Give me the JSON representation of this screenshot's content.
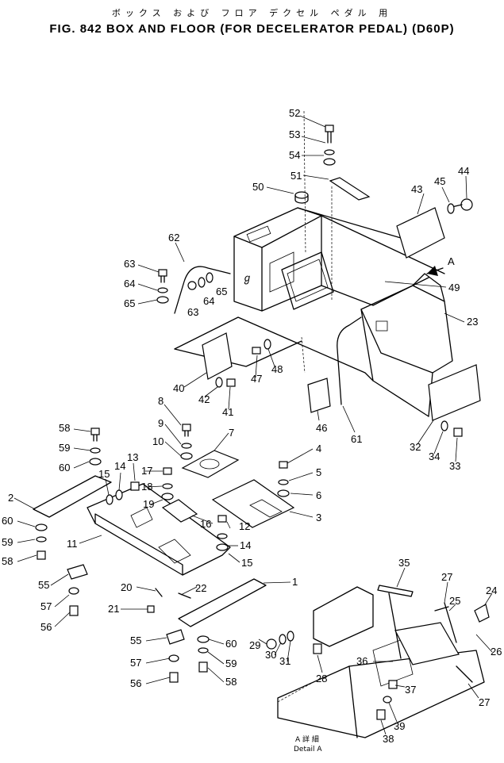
{
  "title_jp": "ボックス および フロア デクセル ペダル 用",
  "title": "FIG. 842  BOX AND FLOOR (FOR DECELERATOR PEDAL) (D60P)",
  "view_label": "A",
  "detail_jp": "A 詳 細",
  "detail_en": "Detail A",
  "callouts": [
    {
      "id": "c52",
      "text": "52"
    },
    {
      "id": "c53",
      "text": "53"
    },
    {
      "id": "c54",
      "text": "54"
    },
    {
      "id": "c51",
      "text": "51"
    },
    {
      "id": "c50",
      "text": "50"
    },
    {
      "id": "c44",
      "text": "44"
    },
    {
      "id": "c45",
      "text": "45"
    },
    {
      "id": "c43",
      "text": "43"
    },
    {
      "id": "c62",
      "text": "62"
    },
    {
      "id": "c63a",
      "text": "63"
    },
    {
      "id": "c64a",
      "text": "64"
    },
    {
      "id": "c65a",
      "text": "65"
    },
    {
      "id": "c63b",
      "text": "63"
    },
    {
      "id": "c64b",
      "text": "64"
    },
    {
      "id": "c65b",
      "text": "65"
    },
    {
      "id": "c49",
      "text": "49"
    },
    {
      "id": "c23",
      "text": "23"
    },
    {
      "id": "c48",
      "text": "48"
    },
    {
      "id": "c47",
      "text": "47"
    },
    {
      "id": "c40",
      "text": "40"
    },
    {
      "id": "c42",
      "text": "42"
    },
    {
      "id": "c41",
      "text": "41"
    },
    {
      "id": "c46",
      "text": "46"
    },
    {
      "id": "c61",
      "text": "61"
    },
    {
      "id": "c32",
      "text": "32"
    },
    {
      "id": "c34",
      "text": "34"
    },
    {
      "id": "c33",
      "text": "33"
    },
    {
      "id": "c8",
      "text": "8"
    },
    {
      "id": "c9",
      "text": "9"
    },
    {
      "id": "c10",
      "text": "10"
    },
    {
      "id": "c7",
      "text": "7"
    },
    {
      "id": "c58a",
      "text": "58"
    },
    {
      "id": "c59a",
      "text": "59"
    },
    {
      "id": "c60a",
      "text": "60"
    },
    {
      "id": "c15a",
      "text": "15"
    },
    {
      "id": "c14a",
      "text": "14"
    },
    {
      "id": "c13",
      "text": "13"
    },
    {
      "id": "c17",
      "text": "17"
    },
    {
      "id": "c18",
      "text": "18"
    },
    {
      "id": "c19",
      "text": "19"
    },
    {
      "id": "c4",
      "text": "4"
    },
    {
      "id": "c5",
      "text": "5"
    },
    {
      "id": "c6",
      "text": "6"
    },
    {
      "id": "c2",
      "text": "2"
    },
    {
      "id": "c3",
      "text": "3"
    },
    {
      "id": "c16",
      "text": "16"
    },
    {
      "id": "c12",
      "text": "12"
    },
    {
      "id": "c60b",
      "text": "60"
    },
    {
      "id": "c59b",
      "text": "59"
    },
    {
      "id": "c58b",
      "text": "58"
    },
    {
      "id": "c11",
      "text": "11"
    },
    {
      "id": "c14b",
      "text": "14"
    },
    {
      "id": "c15b",
      "text": "15"
    },
    {
      "id": "c55a",
      "text": "55"
    },
    {
      "id": "c57a",
      "text": "57"
    },
    {
      "id": "c56a",
      "text": "56"
    },
    {
      "id": "c20",
      "text": "20"
    },
    {
      "id": "c22",
      "text": "22"
    },
    {
      "id": "c21",
      "text": "21"
    },
    {
      "id": "c1",
      "text": "1"
    },
    {
      "id": "c55b",
      "text": "55"
    },
    {
      "id": "c57b",
      "text": "57"
    },
    {
      "id": "c56b",
      "text": "56"
    },
    {
      "id": "c60c",
      "text": "60"
    },
    {
      "id": "c59c",
      "text": "59"
    },
    {
      "id": "c58c",
      "text": "58"
    },
    {
      "id": "c35",
      "text": "35"
    },
    {
      "id": "c27a",
      "text": "27"
    },
    {
      "id": "c24",
      "text": "24"
    },
    {
      "id": "c25",
      "text": "25"
    },
    {
      "id": "c26",
      "text": "26"
    },
    {
      "id": "c29",
      "text": "29"
    },
    {
      "id": "c30",
      "text": "30"
    },
    {
      "id": "c31",
      "text": "31"
    },
    {
      "id": "c28",
      "text": "28"
    },
    {
      "id": "c36",
      "text": "36"
    },
    {
      "id": "c37",
      "text": "37"
    },
    {
      "id": "c27b",
      "text": "27"
    },
    {
      "id": "c39",
      "text": "39"
    },
    {
      "id": "c38",
      "text": "38"
    }
  ]
}
